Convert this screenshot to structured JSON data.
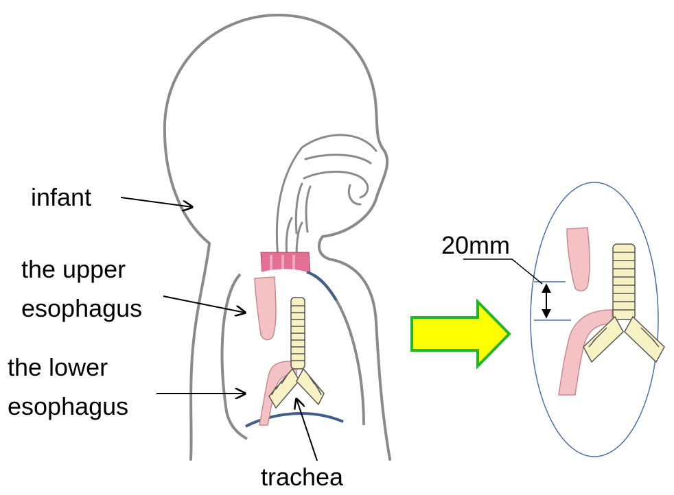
{
  "labels": {
    "infant": "infant",
    "upper_esophagus_line1": "the upper",
    "upper_esophagus_line2": "esophagus",
    "lower_esophagus_line1": "the lower",
    "lower_esophagus_line2": "esophagus",
    "trachea": "trachea",
    "gap": "20mm"
  },
  "colors": {
    "outline": "#8a8a8a",
    "esophagus_fill": "#f4c2c4",
    "esophagus_stroke": "#c9898c",
    "trachea_fill": "#f7f2c4",
    "trachea_stroke": "#555555",
    "diaphragm": "#3f5e8c",
    "arrow_fill": "#ffff00",
    "arrow_stroke": "#1fb824",
    "inset_outline": "#4a6fb0",
    "pharynx": "#e46f95"
  }
}
